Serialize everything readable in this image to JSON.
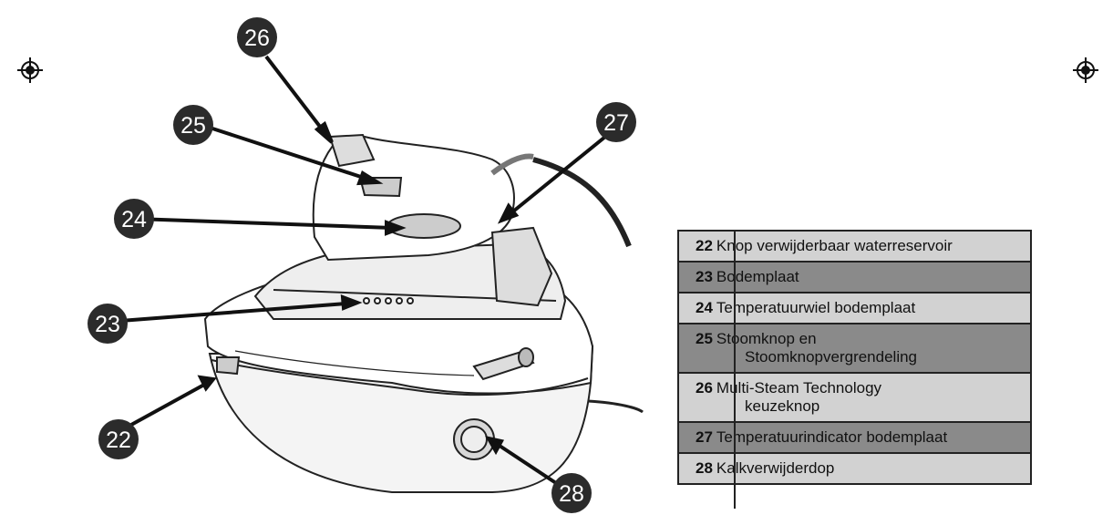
{
  "callouts": [
    "22",
    "23",
    "24",
    "25",
    "26",
    "27",
    "28"
  ],
  "legend": [
    {
      "num": "22",
      "text": "Knop verwijderbaar waterreservoir",
      "cont": "",
      "tone": "light"
    },
    {
      "num": "23",
      "text": "Bodemplaat",
      "cont": "",
      "tone": "dark"
    },
    {
      "num": "24",
      "text": "Temperatuurwiel bodemplaat",
      "cont": "",
      "tone": "light"
    },
    {
      "num": "25",
      "text": "Stoomknop en",
      "cont": "Stoomknopvergrendeling",
      "tone": "dark"
    },
    {
      "num": "26",
      "text": "Multi-Steam Technology",
      "cont": "keuzeknop",
      "tone": "light"
    },
    {
      "num": "27",
      "text": "Temperatuurindicator bodemplaat",
      "cont": "",
      "tone": "dark"
    },
    {
      "num": "28",
      "text": "Kalkverwijderdop",
      "cont": "",
      "tone": "light"
    }
  ],
  "colors": {
    "badge": "#2b2b2b",
    "badge_text": "#ffffff",
    "row_light": "#d2d2d2",
    "row_dark": "#8a8a8a"
  }
}
